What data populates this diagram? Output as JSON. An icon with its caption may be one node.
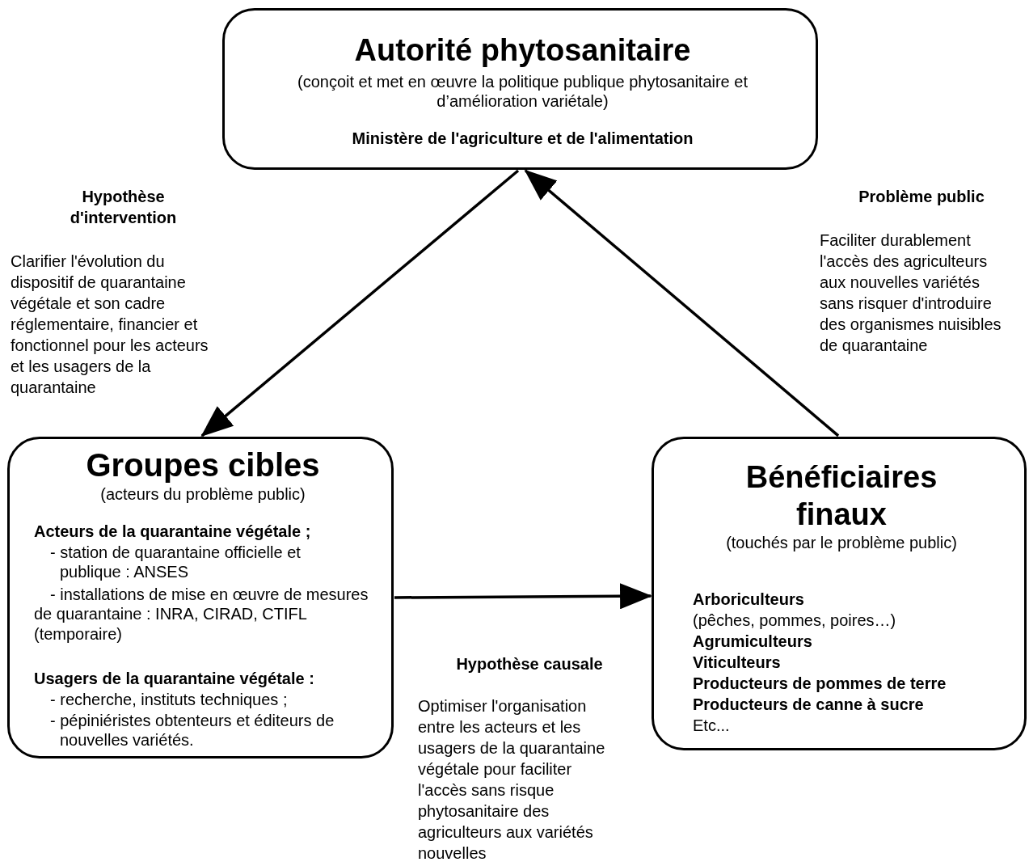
{
  "diagram": {
    "nodes": [
      {
        "text": [
          "Autorité phytosanitaire",
          "(conçoit et met en œuvre la politique publique phytosanitaire et d’amélioration variétale)",
          "Ministère de l'agriculture et de l'alimentation"
        ]
      },
      {
        "text": [
          "Groupes cibles",
          "(acteurs du problème public)",
          "Acteurs de la quarantaine végétale ;",
          "- station de quarantaine officielle et publique : ANSES",
          "- installations de mise en œuvre de mesures de quarantaine : INRA, CIRAD, CTIFL (temporaire)",
          "Usagers de la quarantaine végétale :",
          "- recherche, instituts techniques ;",
          "- pépiniéristes obtenteurs et éditeurs de nouvelles variétés."
        ]
      },
      {
        "text": [
          "Bénéficiaires finaux",
          "(touchés par le problème public)",
          "Arboriculteurs",
          "(pêches, pommes, poires…)",
          "Agrumiculteurs",
          "Viticulteurs",
          "Producteurs de pommes de terre",
          "Producteurs de canne à sucre",
          "Etc..."
        ]
      }
    ],
    "edges": [
      {
        "from": 0,
        "to": 1,
        "arrow": "to"
      },
      {
        "from": 2,
        "to": 0,
        "arrow": "to"
      },
      {
        "from": 1,
        "to": 2,
        "arrow": "to"
      }
    ],
    "labels": [
      "Hypothèse d'intervention",
      "Clarifier l'évolution du dispositif de quarantaine végétale et son cadre réglementaire, financier et fonctionnel pour les acteurs et les usagers de la quarantaine",
      "Problème public",
      "Faciliter durablement l'accès des agriculteurs aux nouvelles variétés sans risquer d'introduire des organismes nuisibles de quarantaine",
      "Hypothèse causale",
      "Optimiser l'organisation entre les acteurs et les usagers de la quarantaine végétale pour faciliter l'accès sans risque phytosanitaire des agriculteurs aux variétés nouvelles"
    ]
  }
}
